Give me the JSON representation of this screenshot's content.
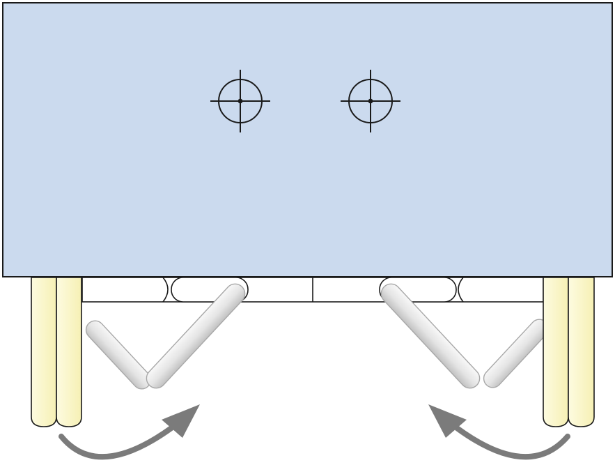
{
  "diagram": {
    "colors": {
      "panel_fill": "#cbdaee",
      "outline": "#1a1a1a",
      "bar_fill": "#ebebeb",
      "bar_shade": "#c9c9c9",
      "bar_outline": "#a8a8a8",
      "post_fill": "#fbf7c4",
      "post_outline": "#1a1a1a",
      "arrow": "#7b7b7b",
      "track_fill": "#ffffff"
    },
    "targets": [
      {
        "name": "crosshair-left"
      },
      {
        "name": "crosshair-right"
      }
    ],
    "posts": [
      {
        "name": "post-left-outer"
      },
      {
        "name": "post-left-inner"
      },
      {
        "name": "post-right-inner"
      },
      {
        "name": "post-right-outer"
      }
    ],
    "arrows": [
      {
        "name": "arrow-left",
        "direction": "clockwise"
      },
      {
        "name": "arrow-right",
        "direction": "counter-clockwise"
      }
    ]
  }
}
